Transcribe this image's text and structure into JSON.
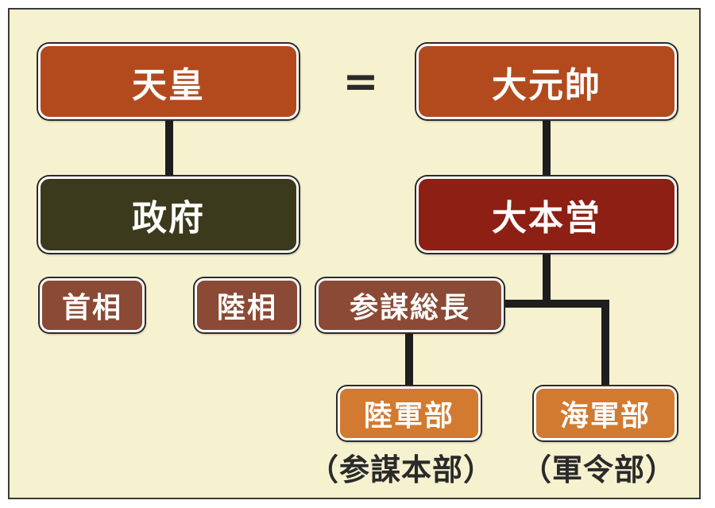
{
  "diagram": {
    "equals_sign": "=",
    "nodes": {
      "tenno": {
        "label": "天皇",
        "color": "#b24a1e"
      },
      "daigensui": {
        "label": "大元帥",
        "color": "#b24a1e"
      },
      "seifu": {
        "label": "政府",
        "color": "#3b3a1c"
      },
      "daihonei": {
        "label": "大本営",
        "color": "#8e1f14"
      },
      "shusho": {
        "label": "首相",
        "color": "#8a4a35"
      },
      "rikusho": {
        "label": "陸相",
        "color": "#8a4a35"
      },
      "sanbo_socho": {
        "label": "参謀総長",
        "color": "#8a4a35"
      },
      "rikugunbu": {
        "label": "陸軍部",
        "color": "#d27a2f"
      },
      "kaigunbu": {
        "label": "海軍部",
        "color": "#d27a2f"
      }
    },
    "notes": {
      "sanbo_honbu": "（参謀本部）",
      "gunreibu": "（軍令部）"
    },
    "line_color": "#1e1e1e"
  }
}
